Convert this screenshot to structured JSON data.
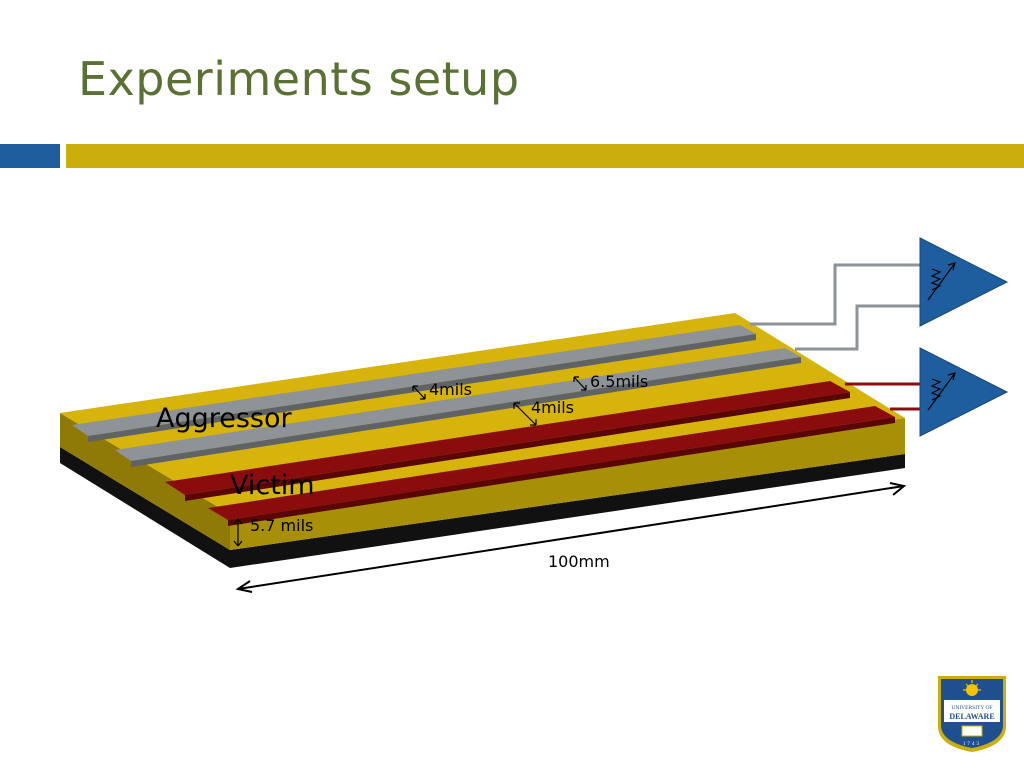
{
  "slide": {
    "title": "Experiments setup"
  },
  "diagram": {
    "labels": {
      "aggressor": "Aggressor",
      "victim": "Victim",
      "spacing_1": "4mils",
      "spacing_2": "6.5mils",
      "spacing_3": "4mils",
      "thickness": "5.7 mils",
      "length": "100mm"
    },
    "colors": {
      "board": "#d6b40b",
      "ground_plane": "#111111",
      "aggressor_trace": "#8e9397",
      "victim_trace": "#8b0c0c",
      "receiver": "#1f5e9e",
      "title": "#5a7134",
      "accent_blue": "#1f5e9e",
      "accent_gold": "#c9ae0c"
    }
  },
  "logo": {
    "text_line1": "UNIVERSITY OF",
    "text_line2": "DELAWARE",
    "year": "1743"
  }
}
